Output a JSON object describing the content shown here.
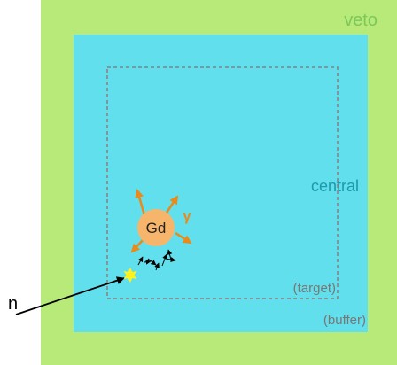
{
  "regions": {
    "veto": "veto",
    "central": "central",
    "target": "(target)",
    "buffer": "(buffer)"
  },
  "particles": {
    "nucleus": "Gd",
    "gamma": "γ",
    "neutron": "n"
  },
  "colors": {
    "veto": "#b7ea78",
    "central": "#62dfec",
    "gd": "#f7b56b",
    "gamma_arrows": "#e98a1a",
    "veto_text": "#7cc85a",
    "central_text": "#1a9aaa",
    "target_outline": "#8a7f7f",
    "label_gray": "#777777",
    "capture_star": "#fff21a"
  }
}
